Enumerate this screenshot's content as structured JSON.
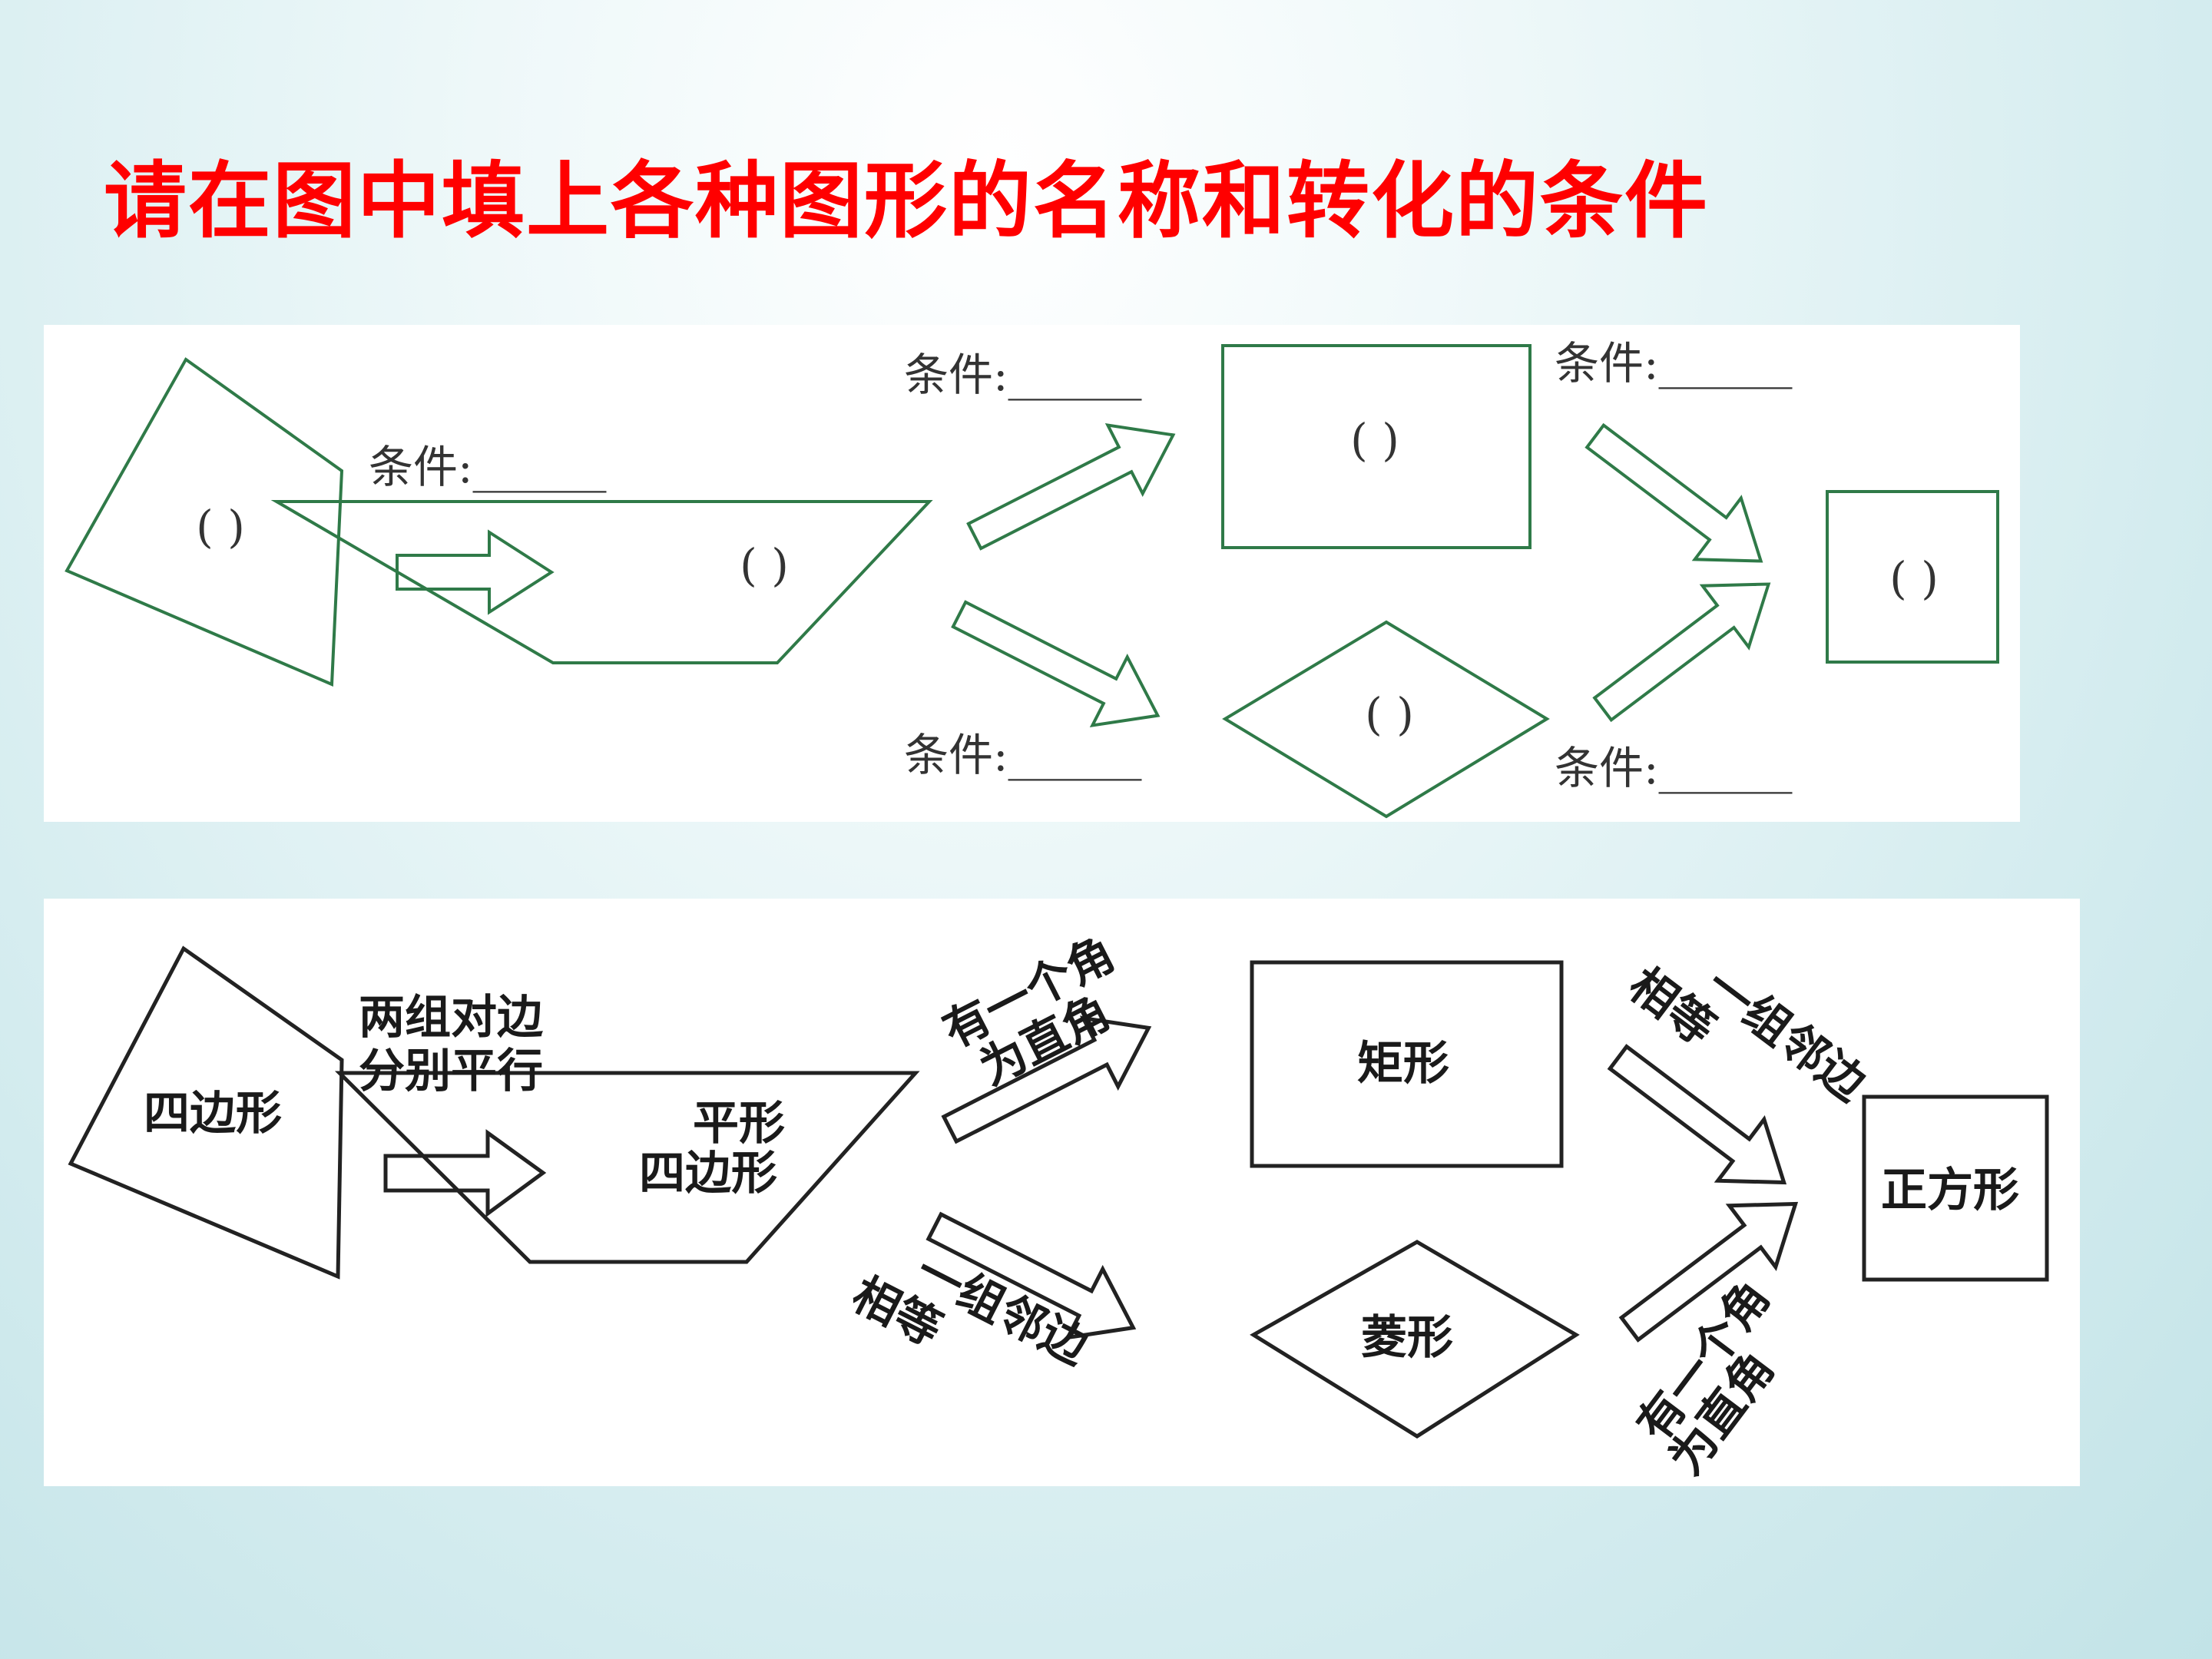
{
  "title": "请在图中填上各种图形的名称和转化的条件",
  "colors": {
    "title": "#ff0000",
    "shape_top": "#2f7a48",
    "shape_bottom": "#222222"
  },
  "top": {
    "condition_1": "条件:______",
    "condition_2": "条件:______",
    "condition_3": "条件:______",
    "condition_4": "条件:______",
    "condition_5": "条件:______",
    "blank": "(     )"
  },
  "bottom": {
    "quadrilateral": "四边形",
    "cond_parallel_line1": "两组对边",
    "cond_parallel_line2": "分别平行",
    "parallelogram_line1": "平形",
    "parallelogram_line2": "四边形",
    "cond_right_angle_line1": "有一个角",
    "cond_right_angle_line2": "为直角",
    "cond_adjacent_line1": "一组邻边",
    "cond_adjacent_line2": "相等",
    "rectangle": "矩形",
    "rhombus": "菱形",
    "square": "正方形"
  }
}
